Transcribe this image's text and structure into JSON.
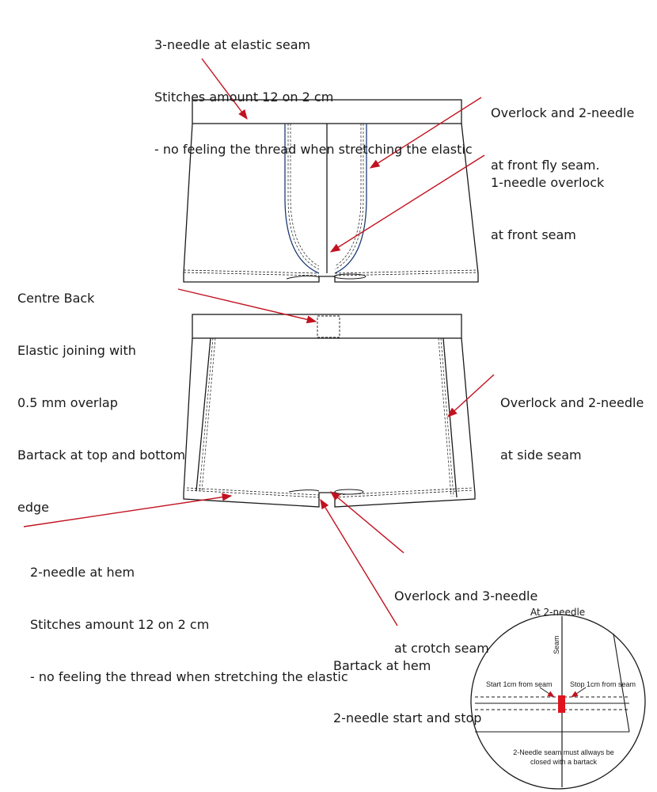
{
  "callouts": {
    "elastic_seam": [
      "3-needle at elastic seam",
      "Stitches amount 12 on 2 cm",
      "- no feeling the thread when stretching the elastic"
    ],
    "front_fly": [
      "Overlock and 2-needle",
      "at front fly seam."
    ],
    "front_seam": [
      "1-needle overlock",
      "at front seam"
    ],
    "centre_back": [
      "Centre Back",
      "Elastic joining with",
      "0.5 mm overlap",
      "Bartack at top and bottom",
      "edge"
    ],
    "side_seam": [
      "Overlock and 2-needle",
      "at side seam"
    ],
    "hem": [
      "2-needle at hem",
      "Stitches amount 12 on 2 cm",
      "- no feeling the thread when stretching the elastic"
    ],
    "crotch_seam": [
      "Overlock and 3-needle",
      "at crotch seam"
    ],
    "bartack_hem": [
      "Bartack at hem",
      "2-needle start and stop"
    ]
  },
  "detail": {
    "title": "At 2-needle",
    "seam_label": "Seam",
    "start_label": "Start 1cm from seam",
    "stop_label": "Stop 1cm from seam",
    "note": [
      "2-Needle seam must allways be",
      "closed with a bartack"
    ]
  },
  "colors": {
    "arrow": "#c1121f",
    "outline": "#1a1a1a",
    "fly_stitch": "#1f3b73",
    "bartack": "#e0141e"
  }
}
